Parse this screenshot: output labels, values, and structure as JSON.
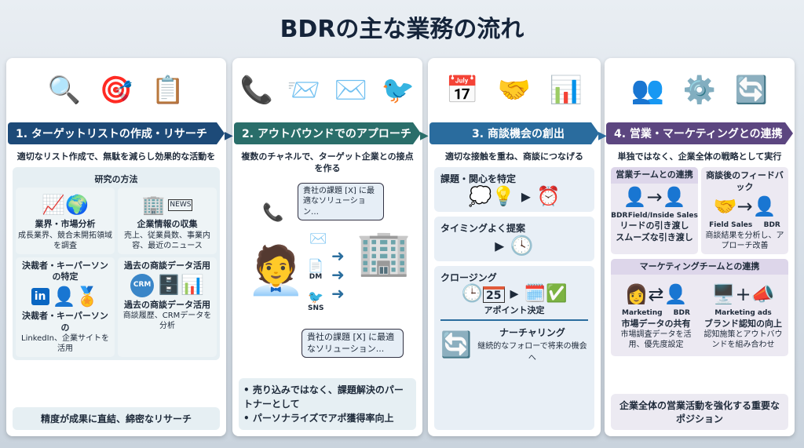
{
  "title": "BDRの主な業務の流れ",
  "colors": {
    "step1": "#1d4a78",
    "step2": "#2a6e6a",
    "step3": "#2a6c9e",
    "step4": "#5c4680"
  },
  "step1": {
    "heading": "1. ターゲットリストの作成・リサーチ",
    "subtitle": "適切なリスト作成で、無駄を減らし効果的な活動を",
    "panel_title": "研究の方法",
    "cells": [
      {
        "title": "業界・市場分析",
        "text": "成長業界、競合未開拓領域を調査"
      },
      {
        "title": "企業情報の収集",
        "text": "売上、従業員数、事業内容、最近のニュース",
        "badge": "NEWS"
      },
      {
        "heading": "決裁者・キーパーソンの特定",
        "title": "決裁者・キーパーソンの",
        "text": "LinkedIn、企業サイトを活用",
        "badge": "in"
      },
      {
        "heading": "過去の商談データ活用",
        "title": "過去の商談データ活用",
        "text": "商談履歴、CRMデータを分析",
        "badge": "CRM"
      }
    ],
    "footer": "精度が成果に直結、綿密なリサーチ"
  },
  "step2": {
    "heading": "2. アウトバウンドでのアプローチ",
    "subtitle": "複数のチャネルで、ターゲット企業との接点を作る",
    "bubble1": "貴社の課題 [X] に最適なソリューション…",
    "bubble2": "貴社の課題 [X] に最適なソリューション...",
    "dm": "DM",
    "sns": "SNS",
    "bullets": [
      "売り込みではなく、課題解決のパートナーとして",
      "パーソナライズでアポ獲得率向上"
    ]
  },
  "step3": {
    "heading": "3. 商談機会の創出",
    "subtitle": "適切な接触を重ね、商談につなげる",
    "s1": "課題・関心を特定",
    "s2": "タイミングよく提案",
    "s3": "クロージング",
    "calendar_day": "25",
    "appoint": "アポイント決定",
    "nurture_title": "ナーチャリング",
    "nurture_text": "継続的なフォローで将来の機会へ"
  },
  "step4": {
    "heading": "4. 営業・マーケティングとの連携",
    "subtitle": "単独ではなく、企業全体の戦略として実行",
    "sales_title": "営業チームとの連携",
    "sales_from": "BDR",
    "sales_to": "Field/Inside Sales",
    "sales_h": "リードの引き渡し",
    "sales_t": "スムーズな引き渡し",
    "fb_title": "商談後のフィードバック",
    "fb_from": "Field Sales",
    "fb_to": "BDR",
    "fb_t": "商談結果を分析し、アプローチ改善",
    "mkt_title": "マーケティングチームとの連携",
    "mkt_from": "Marketing",
    "mkt_to": "BDR",
    "mkt_h": "市場データの共有",
    "mkt_t": "市場調査データを活用、優先度設定",
    "ads_label": "Marketing ads",
    "ads_h": "ブランド認知の向上",
    "ads_t": "認知施策とアウトバウンドを組み合わせ",
    "footer": "企業全体の営業活動を強化する重要なポジション"
  }
}
